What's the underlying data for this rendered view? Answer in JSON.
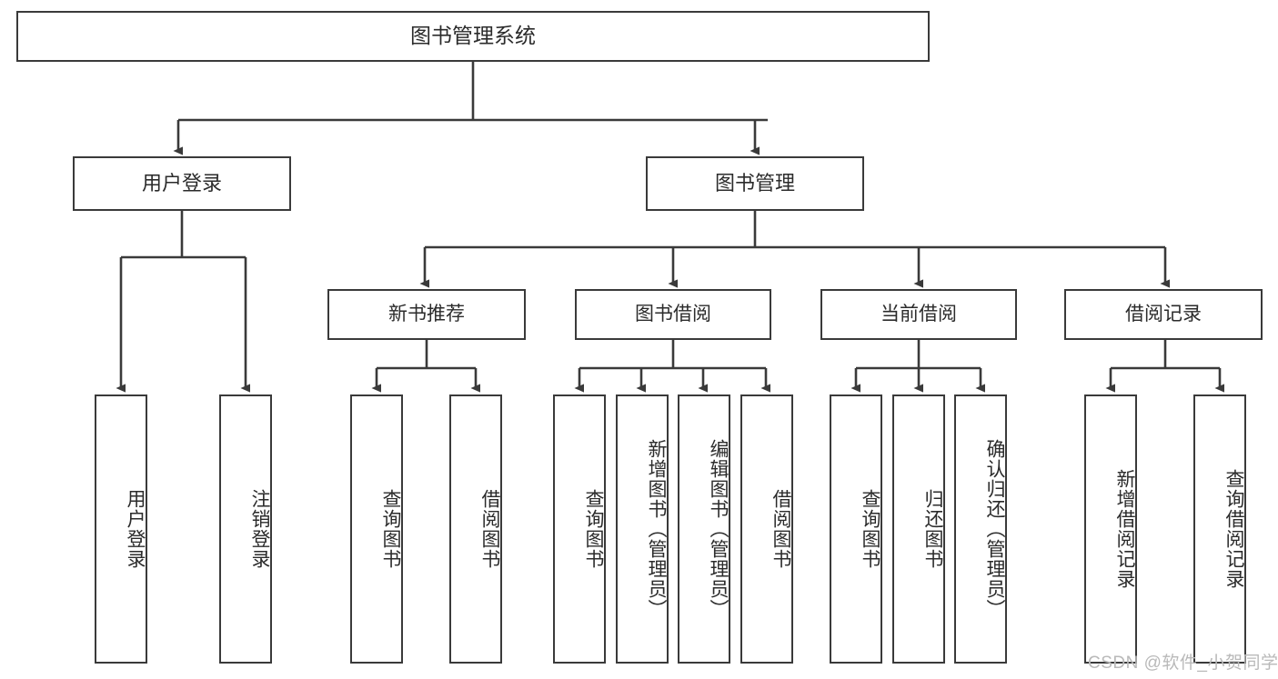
{
  "diagram": {
    "type": "tree-hierarchy",
    "title": "图书管理系统",
    "orientation": "top-down",
    "colors": {
      "box_border": "#3a3a3a",
      "box_fill": "#ffffff",
      "edge": "#3a3a3a",
      "text": "#2b2b2b",
      "watermark": "#b9b9b9",
      "background": "#ffffff"
    },
    "root": {
      "id": "root",
      "label": "图书管理系统"
    },
    "level2": [
      {
        "id": "user-login",
        "label": "用户登录"
      },
      {
        "id": "book-manage",
        "label": "图书管理"
      }
    ],
    "level3": [
      {
        "id": "new-book-recommend",
        "label": "新书推荐"
      },
      {
        "id": "book-borrow",
        "label": "图书借阅"
      },
      {
        "id": "current-borrow",
        "label": "当前借阅"
      },
      {
        "id": "borrow-record",
        "label": "借阅记录"
      }
    ],
    "leaves": [
      {
        "id": "leaf-user-login",
        "label": "用户登录",
        "parent": "user-login"
      },
      {
        "id": "leaf-user-logout",
        "label": "注销登录",
        "parent": "user-login"
      },
      {
        "id": "leaf-query-book-1",
        "label": "查询图书",
        "parent": "new-book-recommend"
      },
      {
        "id": "leaf-borrow-book-1",
        "label": "借阅图书",
        "parent": "new-book-recommend"
      },
      {
        "id": "leaf-query-book-2",
        "label": "查询图书",
        "parent": "book-borrow"
      },
      {
        "id": "leaf-add-book",
        "label": "新增图书（管理员）",
        "parent": "book-borrow"
      },
      {
        "id": "leaf-edit-book",
        "label": "编辑图书（管理员）",
        "parent": "book-borrow"
      },
      {
        "id": "leaf-borrow-book-2",
        "label": "借阅图书",
        "parent": "book-borrow"
      },
      {
        "id": "leaf-query-book-3",
        "label": "查询图书",
        "parent": "current-borrow"
      },
      {
        "id": "leaf-return-book",
        "label": "归还图书",
        "parent": "current-borrow"
      },
      {
        "id": "leaf-confirm-return",
        "label": "确认归还（管理员）",
        "parent": "current-borrow"
      },
      {
        "id": "leaf-add-record",
        "label": "新增借阅记录",
        "parent": "borrow-record"
      },
      {
        "id": "leaf-query-record",
        "label": "查询借阅记录",
        "parent": "borrow-record"
      }
    ],
    "watermark": "CSDN @软件_小贺同学"
  }
}
